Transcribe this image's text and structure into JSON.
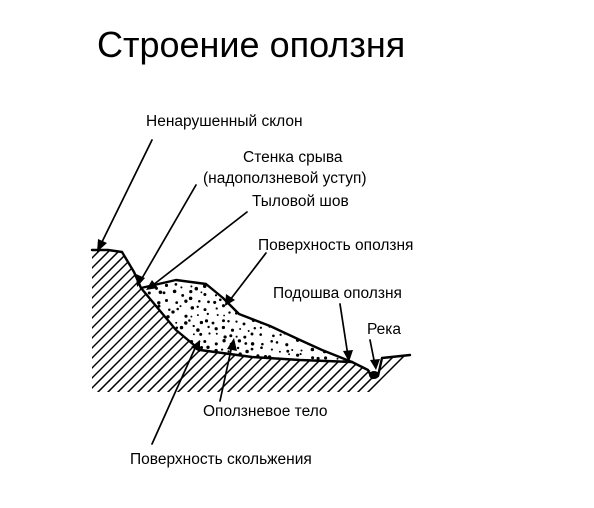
{
  "title": "Строение оползня",
  "labels": {
    "undisturbed_slope": "Ненарушенный склон",
    "scarp_line1": "Стенка срыва",
    "scarp_line2": "(надоползневой уступ)",
    "rear_seam": "Тыловой шов",
    "landslide_surface": "Поверхность оползня",
    "landslide_foot": "Подошва оползня",
    "river": "Река",
    "landslide_body": "Оползневое тело",
    "slip_surface": "Поверхность скольжения"
  },
  "colors": {
    "ink": "#000000",
    "background": "#ffffff"
  }
}
